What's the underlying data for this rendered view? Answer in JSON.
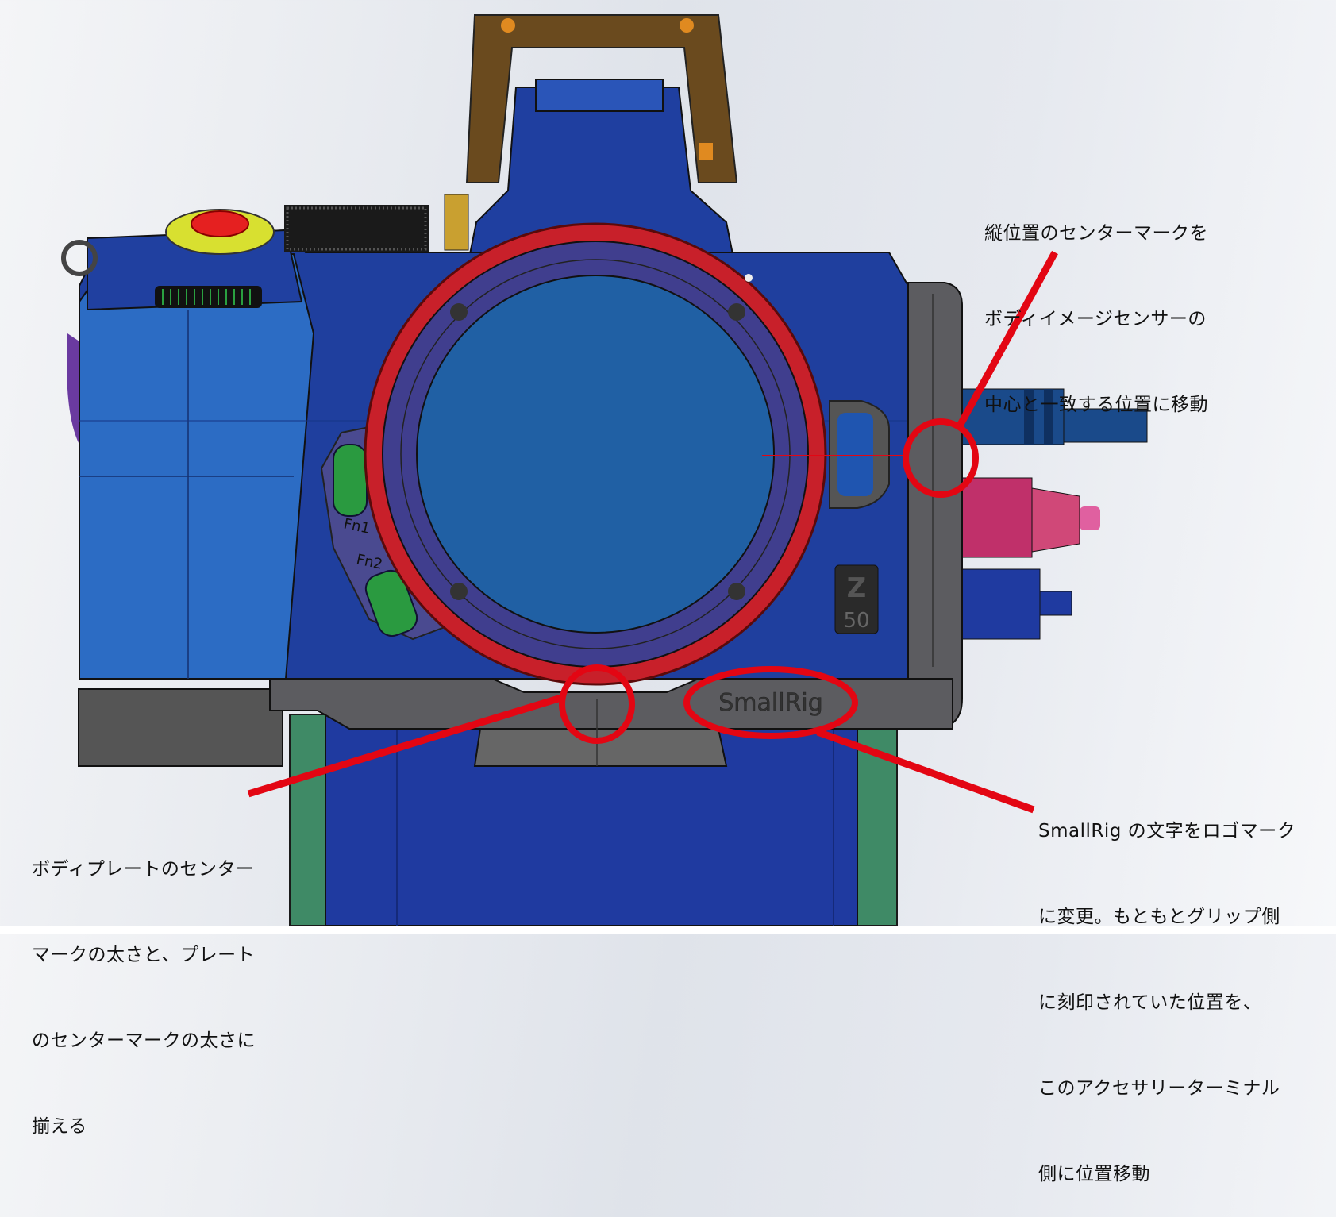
{
  "annotations": {
    "vertical_center_mark": {
      "lines": [
        "縦位置のセンターマークを",
        "ボディイメージセンサーの",
        "中心と一致する位置に移動"
      ]
    },
    "body_plate_center_mark": {
      "lines": [
        "ボディプレートのセンター",
        "マークの太さと、プレート",
        "のセンターマークの太さに",
        "揃える"
      ]
    },
    "smallrig_logo": {
      "lines": [
        "SmallRig の文字をロゴマーク",
        "に変更。もともとグリップ側",
        "に刻印されていた位置を、",
        "このアクセサリーターミナル",
        "側に位置移動"
      ]
    }
  },
  "camera": {
    "fn1_label": "Fn1",
    "fn2_label": "Fn2",
    "model_badge_top": "Z",
    "model_badge_bottom": "50",
    "plate_logo": "SmallRig"
  },
  "colors": {
    "highlight": "#e30613",
    "body_blue": "#1f3f9e",
    "grip_blue": "#2c6cc4",
    "plate_gray": "#5c5c60",
    "mount_red": "#c8202a",
    "stand_green": "#3f8a66"
  }
}
